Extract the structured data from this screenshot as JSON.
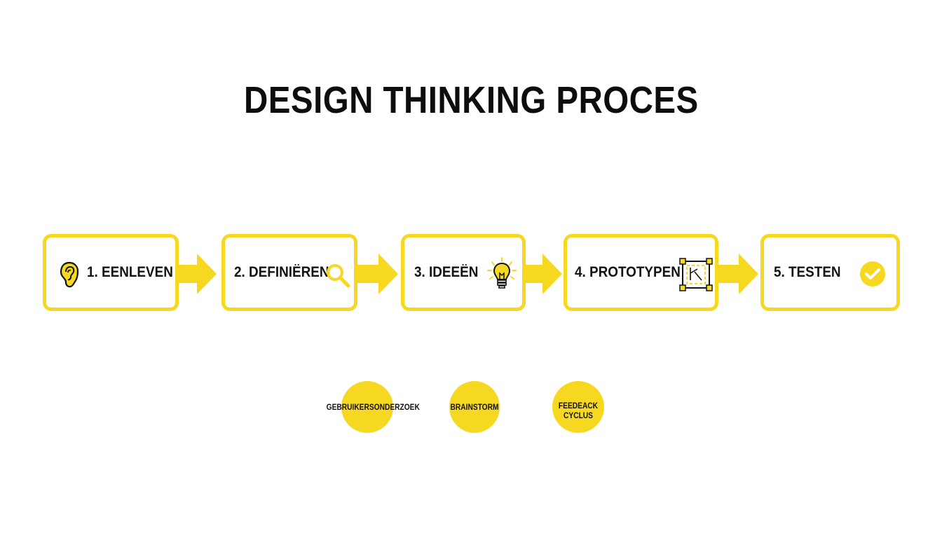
{
  "title": "DESIGN THINKING PROCES",
  "colors": {
    "accent": "#f6d820",
    "text": "#111111",
    "background": "#ffffff"
  },
  "steps": [
    {
      "label": "1. EENLEVEN",
      "icon": "ear-icon"
    },
    {
      "label": "2. DEFINIËREN",
      "icon": "magnifier-icon"
    },
    {
      "label": "3. IDEEËN",
      "icon": "lightbulb-icon"
    },
    {
      "label": "4. PROTOTYPEN",
      "icon": "prototype-frame-icon"
    },
    {
      "label": "5. TESTEN",
      "icon": "checkmark-circle-icon"
    }
  ],
  "activities": [
    {
      "label": "GEBRUIKERSONDERZOEK"
    },
    {
      "label": "BRAINSTORM"
    },
    {
      "label_line1": "FEEDEACK",
      "label_line2": "CYCLUS"
    }
  ]
}
